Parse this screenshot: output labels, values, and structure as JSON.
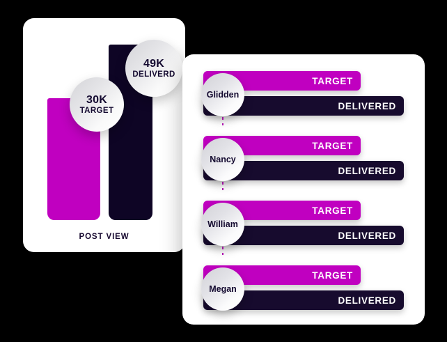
{
  "left_card": {
    "name": "post-view-chart",
    "footer_label": "POST VIEW",
    "bubbles": [
      {
        "value": "30K",
        "label": "TARGET",
        "color": "#c000c0"
      },
      {
        "value": "49K",
        "label": "DELIVERD",
        "color": "#0e0525"
      }
    ]
  },
  "right_card": {
    "name": "per-person-target-delivered",
    "rows": [
      {
        "person": "Glidden",
        "target_label": "TARGET",
        "delivered_label": "DELIVERED"
      },
      {
        "person": "Nancy",
        "target_label": "TARGET",
        "delivered_label": "DELIVERED"
      },
      {
        "person": "William",
        "target_label": "TARGET",
        "delivered_label": "DELIVERED"
      },
      {
        "person": "Megan",
        "target_label": "TARGET",
        "delivered_label": "DELIVERED"
      }
    ]
  },
  "colors": {
    "target": "#c000c0",
    "delivered": "#0e0525",
    "card": "#ffffff",
    "background": "#000000",
    "connector": "#b516b5",
    "text_dark": "#140a30"
  },
  "chart_data": [
    {
      "type": "bar",
      "title": "POST VIEW",
      "categories": [
        "TARGET",
        "DELIVERD"
      ],
      "values": [
        30000,
        49000
      ],
      "value_labels": [
        "30K",
        "49K"
      ],
      "colors": [
        "#c000c0",
        "#0e0525"
      ],
      "xlabel": "",
      "ylabel": "",
      "ylim": [
        0,
        49000
      ],
      "grid": false,
      "legend": "none"
    },
    {
      "type": "bar",
      "orientation": "horizontal",
      "title": "",
      "categories": [
        "Glidden",
        "Nancy",
        "William",
        "Megan"
      ],
      "series": [
        {
          "name": "TARGET",
          "color": "#c000c0",
          "values": [
            226,
            226,
            226,
            226
          ]
        },
        {
          "name": "DELIVERED",
          "color": "#0e0525",
          "values": [
            288,
            288,
            288,
            288
          ]
        }
      ],
      "value_unit": "px",
      "xlabel": "",
      "ylabel": "",
      "grid": false,
      "legend": "in-bar"
    }
  ]
}
